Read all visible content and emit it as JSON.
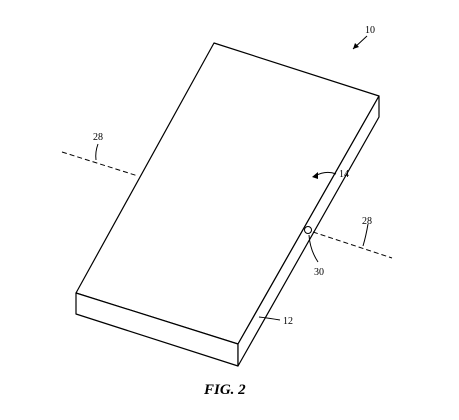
{
  "figure": {
    "caption": "FIG. 2",
    "labels": {
      "device": "10",
      "housing_side": "12",
      "display_face": "14",
      "fold_axis_left": "28",
      "fold_axis_right": "28",
      "hinge_point": "30"
    },
    "line_color": "#000000",
    "background_color": "#ffffff"
  }
}
